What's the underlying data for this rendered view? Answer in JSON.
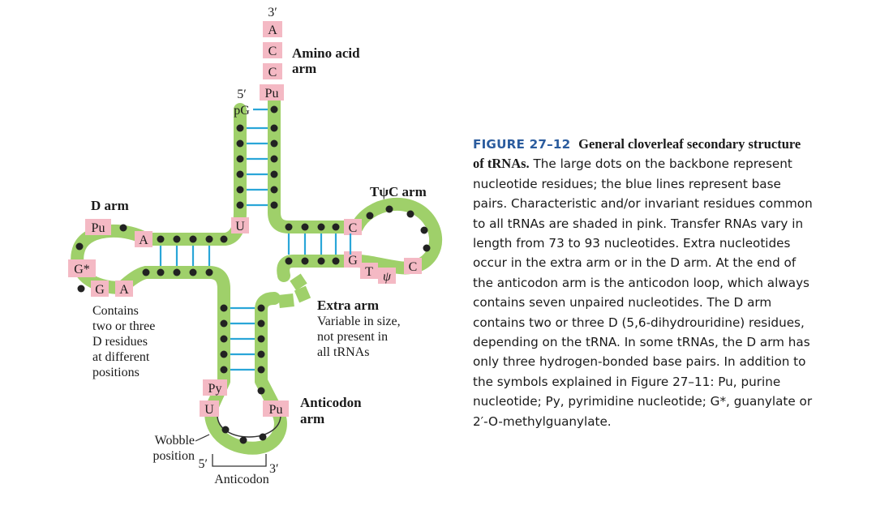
{
  "diagram": {
    "ends": {
      "three_prime": "3′",
      "five_prime": "5′",
      "pG": "pG"
    },
    "acceptor_bases": [
      "A",
      "C",
      "C",
      "Pu"
    ],
    "arm_titles": {
      "amino_acid": [
        "Amino acid",
        "arm"
      ],
      "d_arm": "D arm",
      "tpsic": "TψC arm",
      "extra": "Extra arm",
      "anticodon": [
        "Anticodon",
        "arm"
      ]
    },
    "pink_residues": {
      "u_stem": "U",
      "c_tpsic_top": "C",
      "g_tpsic_bottom": "G",
      "t_loop": "T",
      "psi_loop": "ψ",
      "c_loop": "C",
      "pu_d_loop": "Pu",
      "a_d_stem": "A",
      "g_star": "G*",
      "g_d_loop": "G",
      "a_d_loop": "A",
      "py_anticodon": "Py",
      "u_anticodon": "U",
      "pu_anticodon": "Pu"
    },
    "notes": {
      "d_residues": [
        "Contains",
        "two or three",
        "D residues",
        "at different",
        "positions"
      ],
      "extra_arm": [
        "Variable in size,",
        "not present in",
        "all tRNAs"
      ],
      "wobble": [
        "Wobble",
        "position"
      ],
      "anticodon_ends": {
        "five_prime": "5′",
        "three_prime": "3′"
      },
      "anticodon_label": "Anticodon"
    },
    "colors": {
      "backbone": "#9fd06a",
      "pink": "#f4b9c4",
      "pair_line": "#2aa6d8",
      "dot": "#222222"
    }
  },
  "caption": {
    "figure_number": "FIGURE 27–12",
    "title": "General cloverleaf secondary structure of tRNAs.",
    "body": "The large dots on the backbone represent nucleotide residues; the blue lines represent base pairs. Characteristic and/or invariant residues common to all tRNAs are shaded in pink. Transfer RNAs vary in length from 73 to 93 nucleotides. Extra nucleotides occur in the extra arm or in the D arm. At the end of the anticodon arm is the anticodon loop, which always contains seven unpaired nucleotides. The D arm contains two or three D (5,6-dihydrouridine) residues, depending on the tRNA. In some tRNAs, the D arm has only three hydrogen-bonded base pairs. In addition to the symbols explained in Figure 27–11: Pu, purine nucleotide; Py, pyrimidine nucleotide; G*, guanylate or 2′-O-methylguanylate."
  }
}
